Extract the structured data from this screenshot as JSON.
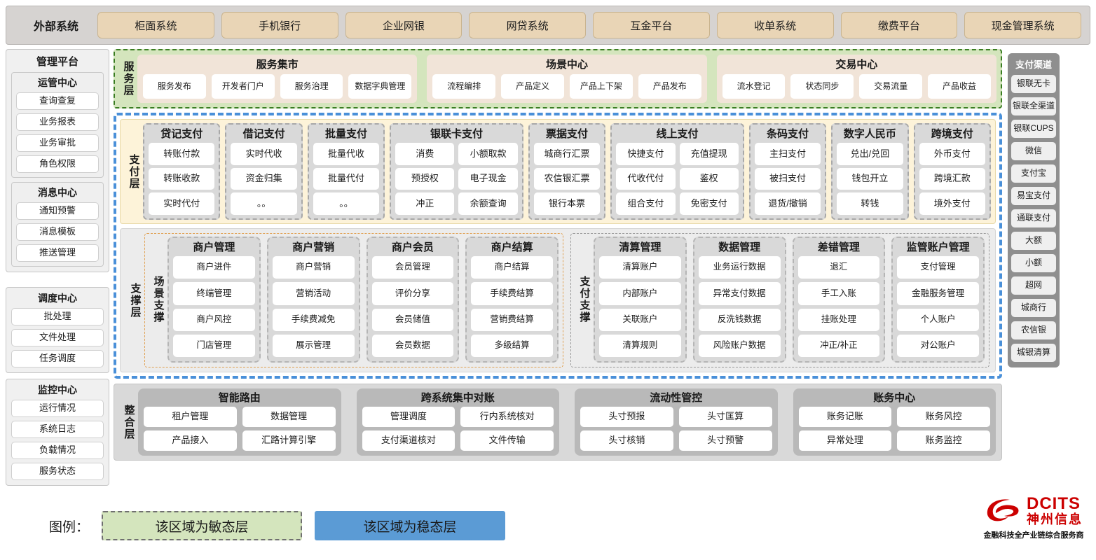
{
  "external": {
    "title": "外部系统",
    "items": [
      "柜面系统",
      "手机银行",
      "企业网银",
      "网贷系统",
      "互金平台",
      "收单系统",
      "缴费平台",
      "现金管理系统"
    ]
  },
  "management_platform": {
    "title": "管理平台",
    "groups": [
      {
        "title": "运管中心",
        "items": [
          "查询查复",
          "业务报表",
          "业务审批",
          "角色权限"
        ]
      },
      {
        "title": "消息中心",
        "items": [
          "通知预警",
          "消息模板",
          "推送管理"
        ]
      }
    ],
    "lower_groups": [
      {
        "title": "调度中心",
        "items": [
          "批处理",
          "文件处理",
          "任务调度"
        ]
      },
      {
        "title": "监控中心",
        "items": [
          "运行情况",
          "系统日志",
          "负载情况",
          "服务状态"
        ]
      }
    ]
  },
  "payment_channels": {
    "title": "支付渠道",
    "items": [
      "银联无卡",
      "银联全渠道",
      "银联CUPS",
      "微信",
      "支付宝",
      "易宝支付",
      "通联支付",
      "大额",
      "小额",
      "超网",
      "城商行",
      "农信银",
      "城银清算"
    ]
  },
  "service_layer": {
    "label": "服务层",
    "cards": [
      {
        "title": "服务集市",
        "items": [
          "服务发布",
          "开发者门户",
          "服务治理",
          "数据字典管理"
        ]
      },
      {
        "title": "场景中心",
        "items": [
          "流程编排",
          "产品定义",
          "产品上下架",
          "产品发布"
        ]
      },
      {
        "title": "交易中心",
        "items": [
          "流水登记",
          "状态同步",
          "交易流量",
          "产品收益"
        ]
      }
    ]
  },
  "payment_layer": {
    "label": "支付层",
    "groups": [
      {
        "title": "贷记支付",
        "cols": 1,
        "rows": [
          [
            "转账付款"
          ],
          [
            "转账收款"
          ],
          [
            "实时代付"
          ]
        ]
      },
      {
        "title": "借记支付",
        "cols": 1,
        "rows": [
          [
            "实时代收"
          ],
          [
            "资金归集"
          ],
          [
            "。。"
          ]
        ]
      },
      {
        "title": "批量支付",
        "cols": 1,
        "rows": [
          [
            "批量代收"
          ],
          [
            "批量代付"
          ],
          [
            "。。"
          ]
        ]
      },
      {
        "title": "银联卡支付",
        "cols": 2,
        "rows": [
          [
            "消费",
            "小额取款"
          ],
          [
            "预授权",
            "电子现金"
          ],
          [
            "冲正",
            "余额查询"
          ]
        ]
      },
      {
        "title": "票据支付",
        "cols": 1,
        "rows": [
          [
            "城商行汇票"
          ],
          [
            "农信银汇票"
          ],
          [
            "银行本票"
          ]
        ]
      },
      {
        "title": "线上支付",
        "cols": 2,
        "rows": [
          [
            "快捷支付",
            "充值提现"
          ],
          [
            "代收代付",
            "鉴权"
          ],
          [
            "组合支付",
            "免密支付"
          ]
        ]
      },
      {
        "title": "条码支付",
        "cols": 1,
        "rows": [
          [
            "主扫支付"
          ],
          [
            "被扫支付"
          ],
          [
            "退货/撤销"
          ]
        ]
      },
      {
        "title": "数字人民币",
        "cols": 1,
        "rows": [
          [
            "兑出/兑回"
          ],
          [
            "钱包开立"
          ],
          [
            "转钱"
          ]
        ]
      },
      {
        "title": "跨境支付",
        "cols": 1,
        "rows": [
          [
            "外币支付"
          ],
          [
            "跨境汇款"
          ],
          [
            "境外支付"
          ]
        ]
      }
    ]
  },
  "support_layer": {
    "label": "支撑层",
    "panels": [
      {
        "label": "场景支撑",
        "groups": [
          {
            "title": "商户管理",
            "items": [
              "商户进件",
              "终端管理",
              "商户风控",
              "门店管理"
            ]
          },
          {
            "title": "商户营销",
            "items": [
              "商户营销",
              "营销活动",
              "手续费减免",
              "展示管理"
            ]
          },
          {
            "title": "商户会员",
            "items": [
              "会员管理",
              "评价分享",
              "会员储值",
              "会员数据"
            ]
          },
          {
            "title": "商户结算",
            "items": [
              "商户结算",
              "手续费结算",
              "营销费结算",
              "多级结算"
            ]
          }
        ]
      },
      {
        "label": "支付支撑",
        "groups": [
          {
            "title": "清算管理",
            "items": [
              "清算账户",
              "内部账户",
              "关联账户",
              "清算规则"
            ]
          },
          {
            "title": "数据管理",
            "items": [
              "业务运行数据",
              "异常支付数据",
              "反洗钱数据",
              "风险账户数据"
            ]
          },
          {
            "title": "差错管理",
            "items": [
              "退汇",
              "手工入账",
              "挂账处理",
              "冲正/补正"
            ]
          },
          {
            "title": "监管账户管理",
            "items": [
              "支付管理",
              "金融服务管理",
              "个人账户",
              "对公账户"
            ]
          }
        ]
      }
    ]
  },
  "integration_layer": {
    "label": "整合层",
    "cards": [
      {
        "title": "智能路由",
        "rows": [
          [
            "租户管理",
            "数据管理"
          ],
          [
            "产品接入",
            "汇路计算引擎"
          ]
        ]
      },
      {
        "title": "跨系统集中对账",
        "rows": [
          [
            "管理调度",
            "行内系统核对"
          ],
          [
            "支付渠道核对",
            "文件传输"
          ]
        ]
      },
      {
        "title": "流动性管控",
        "rows": [
          [
            "头寸预报",
            "头寸匡算"
          ],
          [
            "头寸核销",
            "头寸预警"
          ]
        ]
      },
      {
        "title": "账务中心",
        "rows": [
          [
            "账务记账",
            "账务风控"
          ],
          [
            "异常处理",
            "账务监控"
          ]
        ]
      }
    ]
  },
  "legend": {
    "label": "图例：",
    "agile": "该区域为敏态层",
    "stable": "该区域为稳态层"
  },
  "logo": {
    "en": "DCITS",
    "cn": "神州信息",
    "tagline": "金融科技全产业链综合服务商"
  },
  "colors": {
    "agile_green": "#d4e5bd",
    "stable_blue": "#5b9bd5",
    "external_tan": "#e9d5b6",
    "payment_cream": "#fdf3d9",
    "brand_red": "#cc0000"
  }
}
